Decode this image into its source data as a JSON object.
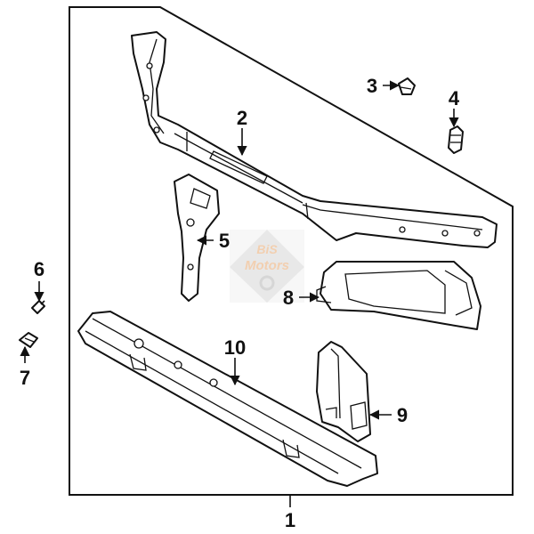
{
  "callouts": {
    "c1": "1",
    "c2": "2",
    "c3": "3",
    "c4": "4",
    "c5": "5",
    "c6": "6",
    "c7": "7",
    "c8": "8",
    "c9": "9",
    "c10": "10"
  },
  "watermark": {
    "line1": "BiS",
    "line2": "Motors"
  },
  "colors": {
    "line": "#111111",
    "watermark": "#e8a870"
  }
}
